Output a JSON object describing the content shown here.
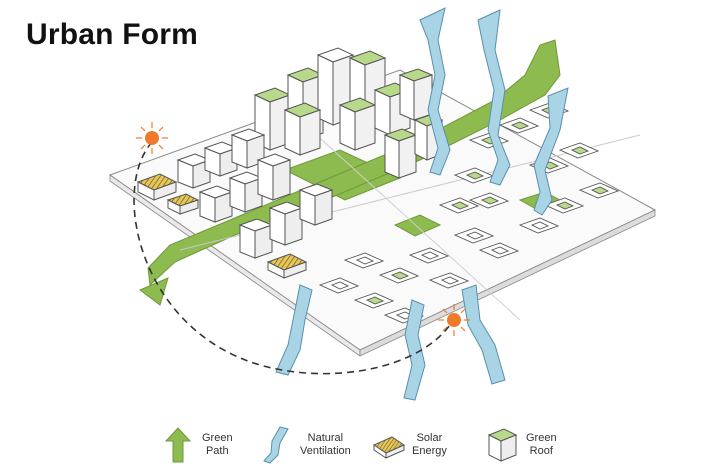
{
  "title": "Urban Form",
  "colors": {
    "green": "#8dbb4f",
    "green_dark": "#6e9a3a",
    "water": "#a9d4e6",
    "water_stroke": "#5a8fae",
    "sun": "#f07a2c",
    "solar": "#d8b84a",
    "outline": "#555555"
  },
  "legend": [
    {
      "icon": "green-path-arrow-icon",
      "label": "Green\nPath"
    },
    {
      "icon": "natural-ventilation-icon",
      "label": "Natural\nVentilation"
    },
    {
      "icon": "solar-energy-panel-icon",
      "label": "Solar\nEnergy"
    },
    {
      "icon": "green-roof-cube-icon",
      "label": "Green\nRoof"
    }
  ]
}
